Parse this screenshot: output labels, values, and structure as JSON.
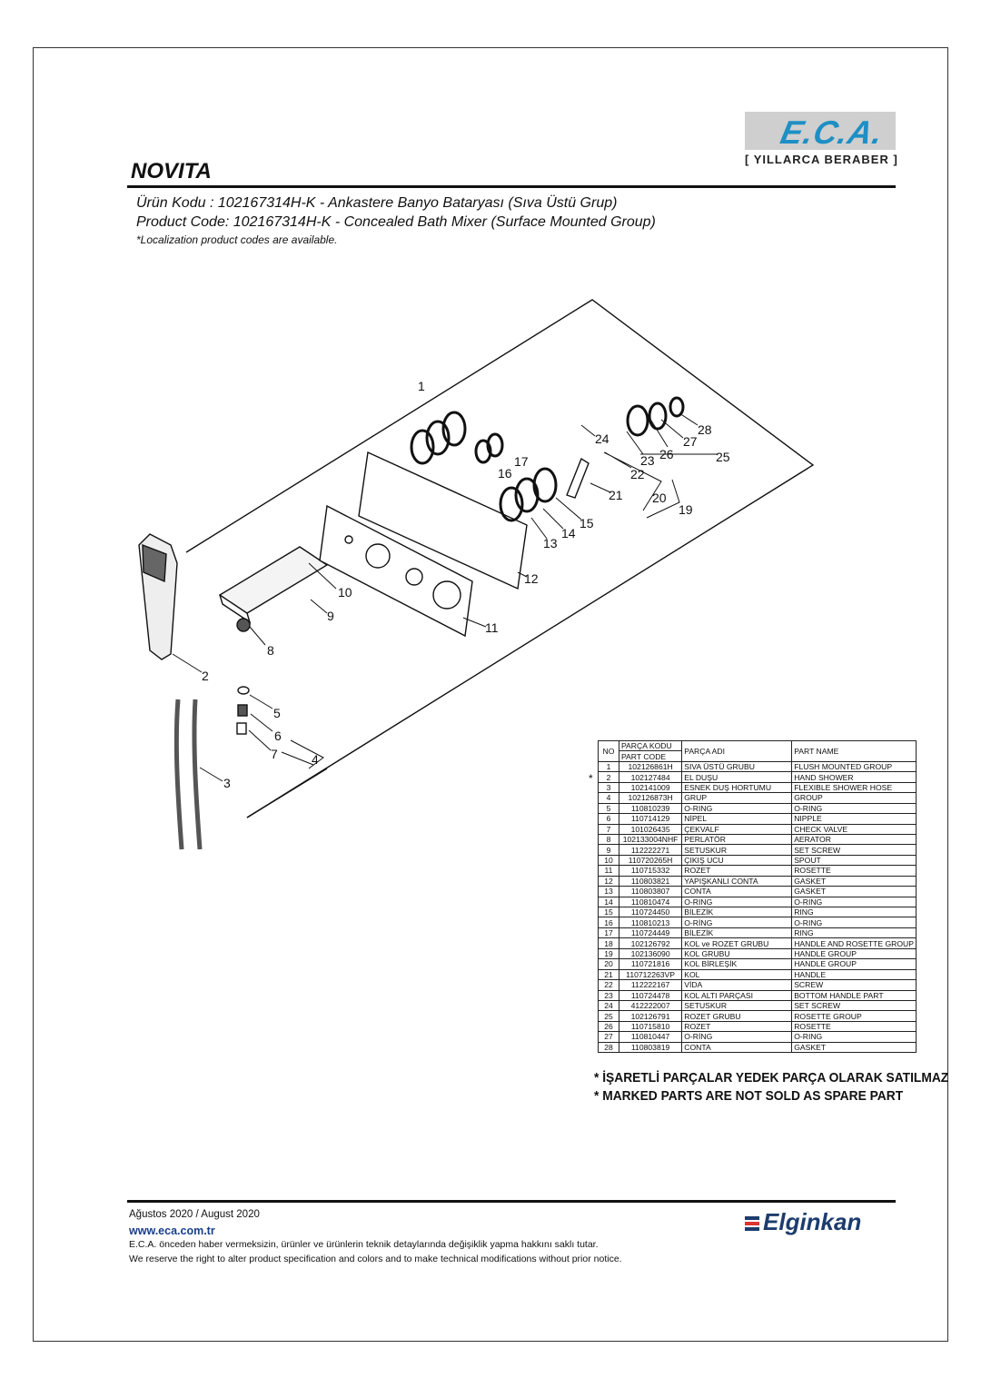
{
  "header": {
    "brand_logo": "E.C.A.",
    "slogan": "[ YILLARCA BERABER ]",
    "product_title": "NOVITA",
    "product_code_tr": "Ürün Kodu : 102167314H-K - Ankastere Banyo Bataryası (Sıva Üstü Grup)",
    "product_code_en": "Product Code: 102167314H-K - Concealed Bath Mixer (Surface Mounted Group)",
    "localization_note": "*Localization product codes are available."
  },
  "diagram": {
    "callouts": [
      "1",
      "2",
      "3",
      "4",
      "5",
      "6",
      "7",
      "8",
      "9",
      "10",
      "11",
      "12",
      "13",
      "14",
      "15",
      "16",
      "17",
      "19",
      "20",
      "21",
      "22",
      "23",
      "24",
      "25",
      "26",
      "27",
      "28"
    ]
  },
  "parts_table": {
    "headers": {
      "no": "NO",
      "code_tr": "PARÇA KODU",
      "code_en": "PART CODE",
      "name_tr": "PARÇA ADI",
      "name_en": "PART NAME"
    },
    "marker": "*",
    "rows": [
      [
        "1",
        "102126861H",
        "SIVA ÜSTÜ GRUBU",
        "FLUSH MOUNTED GROUP"
      ],
      [
        "2",
        "102127484",
        "EL DUŞU",
        "HAND SHOWER"
      ],
      [
        "3",
        "102141009",
        "ESNEK DUŞ HORTUMU",
        "FLEXIBLE SHOWER HOSE"
      ],
      [
        "4",
        "102126873H",
        "GRUP",
        "GROUP"
      ],
      [
        "5",
        "110810239",
        "O-RING",
        "O-RING"
      ],
      [
        "6",
        "110714129",
        "NİPEL",
        "NIPPLE"
      ],
      [
        "7",
        "101026435",
        "ÇEKVALF",
        "CHECK VALVE"
      ],
      [
        "8",
        "102133004NHF",
        "PERLATÖR",
        "AERATOR"
      ],
      [
        "9",
        "112222271",
        "SETUSKUR",
        "SET SCREW"
      ],
      [
        "10",
        "110720265H",
        "ÇIKIŞ UCU",
        "SPOUT"
      ],
      [
        "11",
        "110715332",
        "ROZET",
        "ROSETTE"
      ],
      [
        "12",
        "110803821",
        "YAPIŞKANLI CONTA",
        "GASKET"
      ],
      [
        "13",
        "110803807",
        "CONTA",
        "GASKET"
      ],
      [
        "14",
        "110810474",
        "O-RING",
        "O-RING"
      ],
      [
        "15",
        "110724450",
        "BİLEZİK",
        "RING"
      ],
      [
        "16",
        "110810213",
        "O-RİNG",
        "O-RING"
      ],
      [
        "17",
        "110724449",
        "BİLEZİK",
        "RING"
      ],
      [
        "18",
        "102126792",
        "KOL ve ROZET GRUBU",
        "HANDLE AND ROSETTE GROUP"
      ],
      [
        "19",
        "102136090",
        "KOL GRUBU",
        "HANDLE GROUP"
      ],
      [
        "20",
        "110721816",
        "KOL BİRLEŞİK",
        "HANDLE GROUP"
      ],
      [
        "21",
        "110712263VP",
        "KOL",
        "HANDLE"
      ],
      [
        "22",
        "112222167",
        "VİDA",
        "SCREW"
      ],
      [
        "23",
        "110724478",
        "KOL ALTI PARÇASI",
        "BOTTOM HANDLE PART"
      ],
      [
        "24",
        "412222007",
        "SETUSKUR",
        "SET SCREW"
      ],
      [
        "25",
        "102126791",
        "ROZET GRUBU",
        "ROSETTE GROUP"
      ],
      [
        "26",
        "110715810",
        "ROZET",
        "ROSETTE"
      ],
      [
        "27",
        "110810447",
        "O-RİNG",
        "O-RING"
      ],
      [
        "28",
        "110803819",
        "CONTA",
        "GASKET"
      ]
    ]
  },
  "warnings": {
    "tr": "* İŞARETLİ PARÇALAR YEDEK PARÇA OLARAK SATILMAZ",
    "en": "* MARKED PARTS ARE NOT SOLD AS SPARE PART"
  },
  "footer": {
    "date": "Ağustos 2020 / August 2020",
    "website": "www.eca.com.tr",
    "disclaimer_tr": "E.C.A. önceden haber vermeksizin, ürünler ve ürünlerin teknik detaylarında değişiklik yapma hakkını saklı tutar.",
    "disclaimer_en": "We reserve the right to alter product specification and colors and to make technical modifications without prior notice.",
    "company_logo": "Elginkan"
  }
}
